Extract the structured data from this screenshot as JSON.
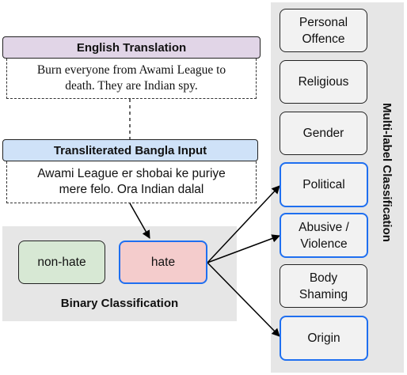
{
  "english": {
    "title": "English Translation",
    "text_line1": "Burn everyone from Awami League to",
    "text_line2": "death. They are Indian spy."
  },
  "bangla": {
    "title": "Transliterated Bangla Input",
    "text_line1": "Awami League er shobai ke puriye",
    "text_line2": "mere felo. Ora Indian dalal"
  },
  "binary": {
    "title": "Binary Classification",
    "labels": [
      "non-hate",
      "hate"
    ],
    "selected": "hate"
  },
  "multilabel": {
    "title": "Multi-label Classification",
    "labels": [
      {
        "line1": "Personal",
        "line2": "Offence",
        "selected": false
      },
      {
        "line1": "Religious",
        "line2": "",
        "selected": false
      },
      {
        "line1": "Gender",
        "line2": "",
        "selected": false
      },
      {
        "line1": "Political",
        "line2": "",
        "selected": true
      },
      {
        "line1": "Abusive /",
        "line2": "Violence",
        "selected": true
      },
      {
        "line1": "Body",
        "line2": "Shaming",
        "selected": false
      },
      {
        "line1": "Origin",
        "line2": "",
        "selected": true
      }
    ]
  },
  "colors": {
    "english_header": "#e1d5e7",
    "bangla_header": "#cfe2f8",
    "nonhate_fill": "#d7e8d4",
    "hate_fill": "#f4cccc",
    "highlight_border": "#1f6ff0",
    "panel_gray": "#e6e6e6"
  }
}
